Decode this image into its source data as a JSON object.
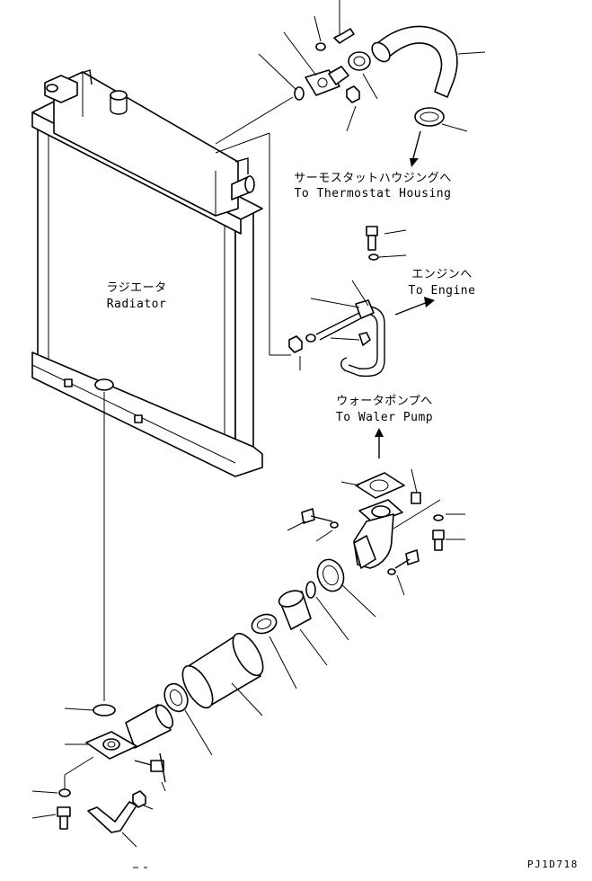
{
  "labels": {
    "radiator_jp": "ラジエータ",
    "radiator_en": "Radiator",
    "thermostat_jp": "サーモスタットハウジングへ",
    "thermostat_en": "To Thermostat Housing",
    "engine_jp": "エンジンへ",
    "engine_en": "To Engine",
    "waterpump_jp": "ウォータポンプへ",
    "waterpump_en": "To Waler Pump"
  },
  "figure_code": "PJ1D718"
}
